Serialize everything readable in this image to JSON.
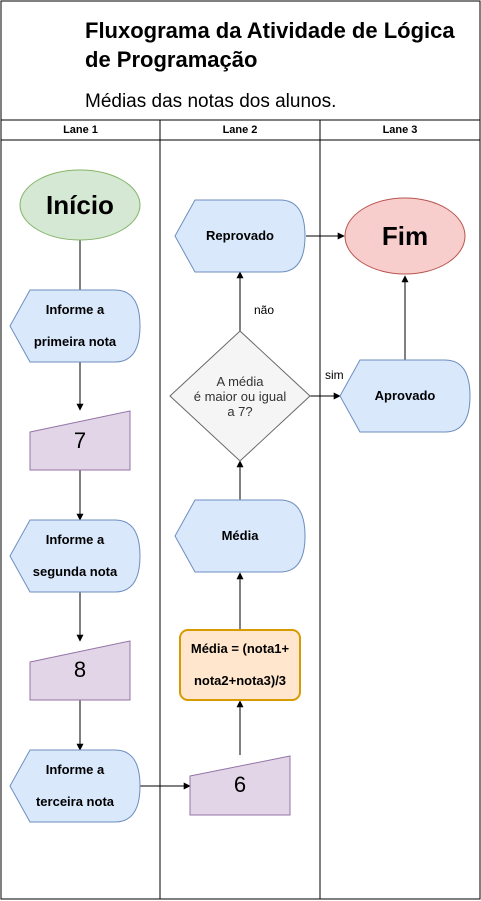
{
  "title": "Fluxograma da Atividade de Lógica de Programação",
  "subtitle": "Médias das notas dos alunos.",
  "lanes": [
    "Lane 1",
    "Lane 2",
    "Lane 3"
  ],
  "nodes": {
    "inicio": "Início",
    "informe1_line1": "Informe a",
    "informe1_line2": "primeira nota",
    "input1": "7",
    "informe2_line1": "Informe a",
    "informe2_line2": "segunda nota",
    "input2": "8",
    "informe3_line1": "Informe a",
    "informe3_line2": "terceira nota",
    "input3": "6",
    "process_line1": "Média = (nota1+",
    "process_line2": "nota2+nota3)/3",
    "media": "Média",
    "decision_line1": "A média",
    "decision_line2": "é maior ou igual",
    "decision_line3": "a 7?",
    "reprovado": "Reprovado",
    "aprovado": "Aprovado",
    "fim": "Fim"
  },
  "edge_labels": {
    "no": "não",
    "yes": "sim"
  },
  "colors": {
    "start_fill": "#d5e8d4",
    "start_stroke": "#82b366",
    "display_fill": "#dae8fc",
    "display_stroke": "#6c8ebf",
    "input_fill": "#e1d5e7",
    "input_stroke": "#9673a6",
    "process_fill": "#ffe6cc",
    "process_stroke": "#d79b00",
    "end_fill": "#f8cecc",
    "end_stroke": "#b85450",
    "decision_fill": "#f5f5f5",
    "decision_stroke": "#666666"
  }
}
